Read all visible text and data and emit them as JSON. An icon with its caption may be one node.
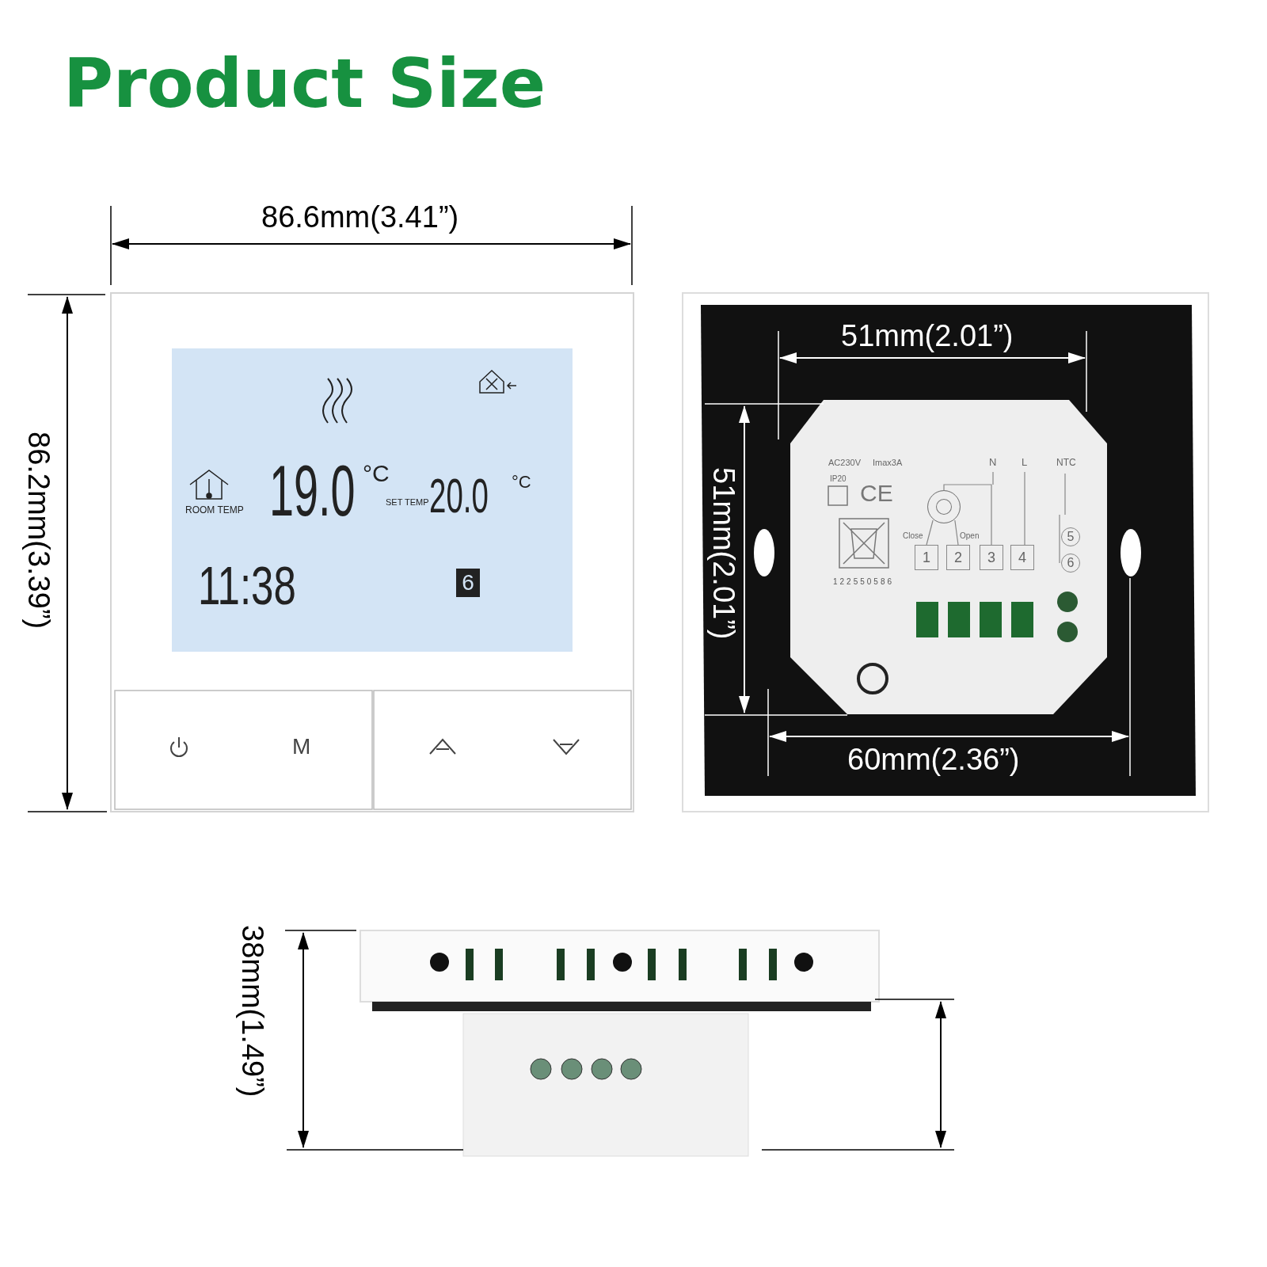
{
  "diagram": {
    "title": "Product Size",
    "nodes": [
      {
        "text": [
          "1"
        ]
      },
      {
        "text": [
          "2"
        ]
      },
      {
        "text": [
          "3"
        ]
      },
      {
        "text": [
          "4"
        ]
      },
      {
        "text": [
          "5"
        ]
      },
      {
        "text": [
          "6"
        ]
      },
      {
        "text": [
          "6"
        ]
      },
      {
        "text": [],
        "shape": "circle"
      }
    ],
    "edges": [
      {
        "from": 7,
        "to": 0,
        "arrow": "none"
      },
      {
        "from": 7,
        "to": 1,
        "arrow": "none"
      },
      {
        "from": 7,
        "to": 2,
        "arrow": "none"
      }
    ],
    "labels": [
      "86.6mm(3.41”)",
      "86.2mm(3.39”)",
      "ROOM TEMP",
      "19.0",
      "°C",
      "SET TEMP",
      "20.0",
      "°C",
      "11:38",
      "M",
      "51mm(2.01”)",
      "51mm(2.01”)",
      "AC230V",
      "Imax3A",
      "IP20",
      "CE",
      "N",
      "L",
      "NTC",
      "Close",
      "Open",
      "122550586",
      "60mm(2.36”)",
      "38mm(1.49”)"
    ]
  }
}
